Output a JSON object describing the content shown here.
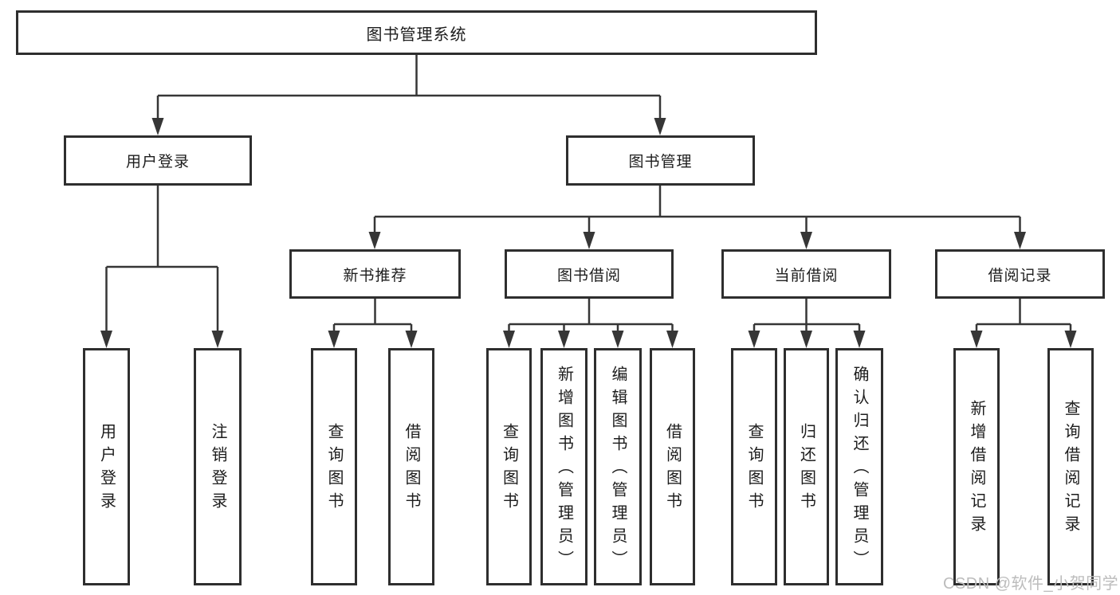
{
  "diagram": {
    "root": {
      "label": "图书管理系统"
    },
    "level2": [
      {
        "label": "用户登录"
      },
      {
        "label": "图书管理"
      }
    ],
    "level3": [
      {
        "label": "新书推荐"
      },
      {
        "label": "图书借阅"
      },
      {
        "label": "当前借阅"
      },
      {
        "label": "借阅记录"
      }
    ],
    "leaves": [
      {
        "label": "用户登录"
      },
      {
        "label": "注销登录"
      },
      {
        "label": "查询图书"
      },
      {
        "label": "借阅图书"
      },
      {
        "label": "查询图书"
      },
      {
        "label": "新增图书（管理员）"
      },
      {
        "label": "编辑图书（管理员）"
      },
      {
        "label": "借阅图书"
      },
      {
        "label": "查询图书"
      },
      {
        "label": "归还图书"
      },
      {
        "label": "确认归还（管理员）"
      },
      {
        "label": "新增借阅记录"
      },
      {
        "label": "查询借阅记录"
      }
    ]
  },
  "watermark": "CSDN @软件_小贺同学",
  "colors": {
    "line": "#363636",
    "box_border": "#2e2e2e",
    "text": "#1d1d1d",
    "watermark": "#bcbcbc",
    "background": "#ffffff"
  }
}
